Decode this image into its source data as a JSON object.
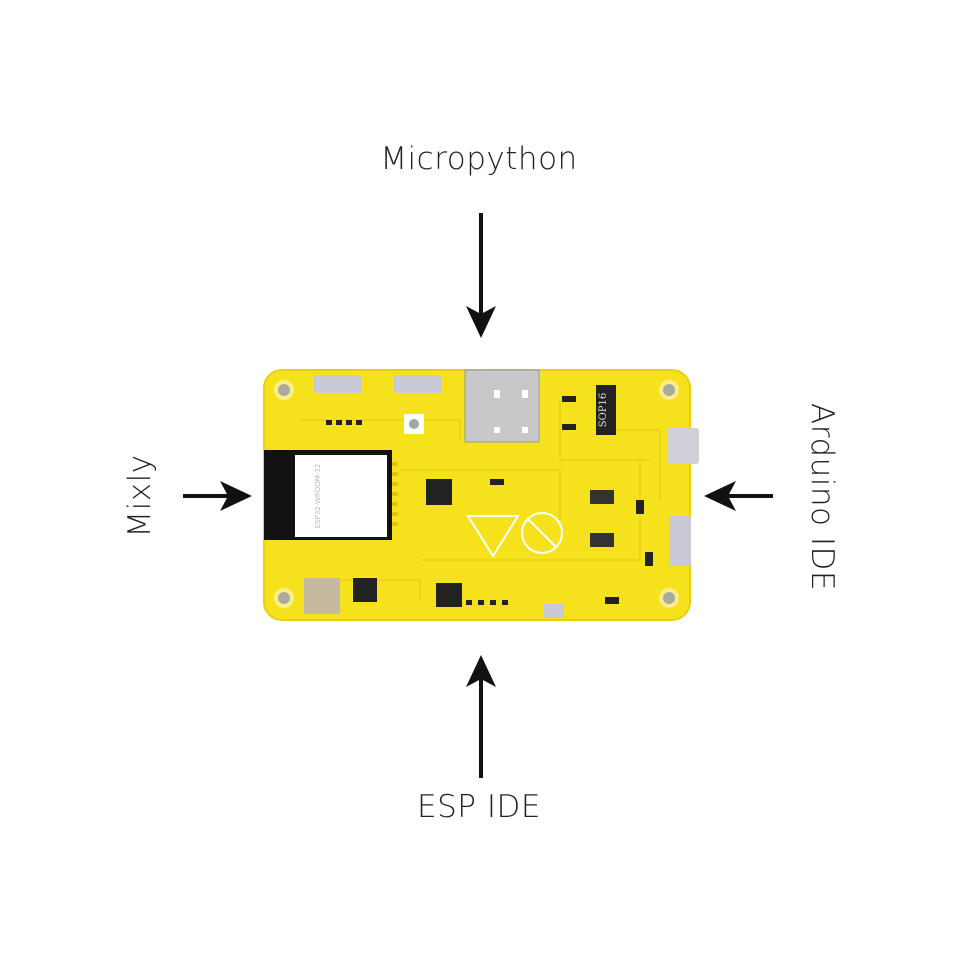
{
  "labels": {
    "top": "Micropython",
    "left": "Mixly",
    "right": "Arduino IDE",
    "bottom": "ESP IDE"
  },
  "board": {
    "chip_label": "SOP16",
    "module_label": "ESP32-WROOM-32",
    "pcb_color": "#f6e21c"
  }
}
